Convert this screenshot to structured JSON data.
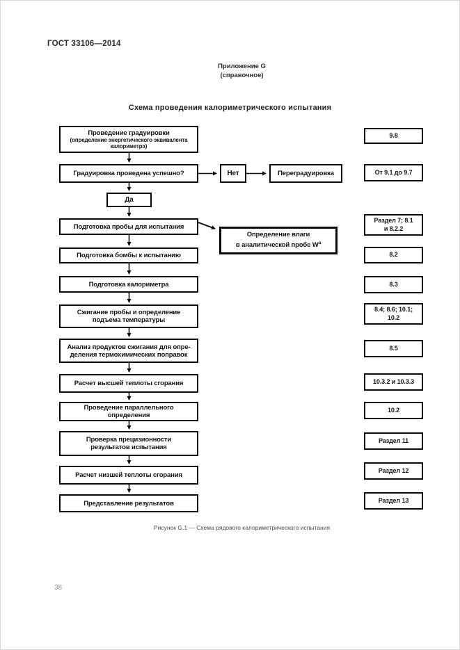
{
  "doc": {
    "standard_code": "ГОСТ 33106—2014",
    "appendix_title": "Приложение G",
    "appendix_subtitle": "(справочное)",
    "scheme_title": "Схема проведения калориметрического испытания",
    "caption": "Рисунок G.1 — Схема рядового калориметрического испытания",
    "page_number": "38"
  },
  "flow": {
    "calibration": {
      "label": "Проведение градуировки",
      "sublabel": "(определение энергетического эквивалента\nкалориметра)",
      "ref": "9.8"
    },
    "question": {
      "label": "Градуировка проведена успешно?",
      "ref": "От 9.1 до 9.7"
    },
    "no": {
      "label": "Нет"
    },
    "recalibration": {
      "label": "Переградуировка"
    },
    "yes": {
      "label": "Да"
    },
    "prepare_sample": {
      "label": "Подготовка пробы для испытания",
      "ref": "Раздел 7; 8.1\nи 8.2.2"
    },
    "moisture": {
      "line1": "Определение влаги",
      "line2": "в аналитической пробе W",
      "sup": "а"
    },
    "prepare_bomb": {
      "label": "Подготовка бомбы к испытанию",
      "ref": "8.2"
    },
    "prepare_calorimeter": {
      "label": "Подготовка калориметра",
      "ref": "8.3"
    },
    "combustion": {
      "label": "Сжигание пробы и определение\nподъема температуры",
      "ref": "8.4; 8.6; 10.1;\n10.2"
    },
    "analysis": {
      "label": "Анализ продуктов сжигания для опре-\nделения термохимических поправок",
      "ref": "8.5"
    },
    "calc_gross": {
      "label": "Расчет высшей теплоты сгорания",
      "ref": "10.3.2 и 10.3.3"
    },
    "parallel": {
      "label": "Проведение параллельного\nопределения",
      "ref": "10.2"
    },
    "precision": {
      "label": "Проверка прецизионности\nрезультатов испытания",
      "ref": "Раздел 11"
    },
    "calc_net": {
      "label": "Расчет низшей теплоты сгорания",
      "ref": "Раздел 12"
    },
    "results": {
      "label": "Представление результатов",
      "ref": "Раздел 13"
    }
  }
}
